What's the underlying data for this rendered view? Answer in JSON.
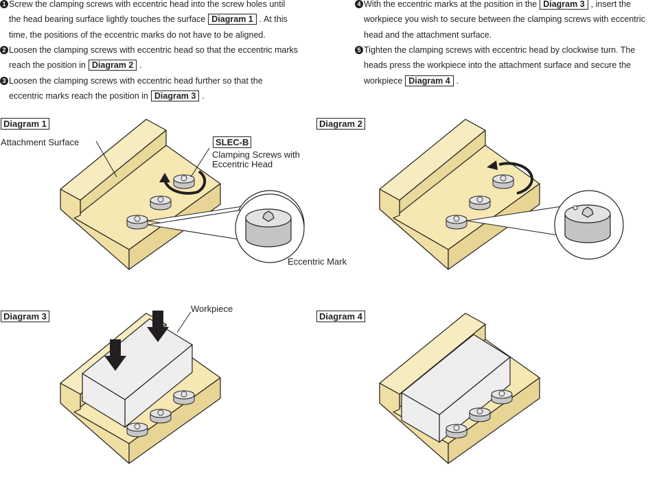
{
  "steps": [
    {
      "num": "1",
      "lines": [
        "Screw the clamping screws with eccentric head into the screw holes until",
        "the head bearing surface lightly touches the surface",
        ". At this",
        "time, the positions of the eccentric marks do not have to be aligned."
      ],
      "ref": "Diagram 1"
    },
    {
      "num": "2",
      "lines": [
        "Loosen the clamping screws with eccentric head so that the eccentric marks",
        "reach the position in",
        "."
      ],
      "ref": "Diagram 2"
    },
    {
      "num": "3",
      "lines": [
        "Loosen the clamping screws with eccentric head further so that the",
        "eccentric marks reach the position in",
        "."
      ],
      "ref": "Diagram 3"
    },
    {
      "num": "4",
      "lines": [
        "With the eccentric marks at the position in the",
        ", insert the",
        "workpiece you wish to secure between the clamping screws with eccentric",
        "head and the attachment surface."
      ],
      "ref": "Diagram 3"
    },
    {
      "num": "5",
      "lines": [
        "Tighten the clamping screws with eccentric head by clockwise turn. The",
        "heads press the workpiece into the attachment surface and secure the",
        "workpiece",
        "."
      ],
      "ref": "Diagram 4"
    }
  ],
  "diagrams": {
    "d1": "Diagram 1",
    "d2": "Diagram 2",
    "d3": "Diagram 3",
    "d4": "Diagram 4"
  },
  "labels": {
    "attachment_surface": "Attachment  Surface",
    "product": "SLEC-B",
    "screws_line1": "Clamping Screws with",
    "screws_line2": "Eccentric Head",
    "eccentric_mark": "Eccentric Mark",
    "workpiece": "Workpiece"
  },
  "colors": {
    "block": "#f5e8b3",
    "outline": "#231f20",
    "screw": "#d8d8d8",
    "workpiece": "#eeeeee"
  }
}
